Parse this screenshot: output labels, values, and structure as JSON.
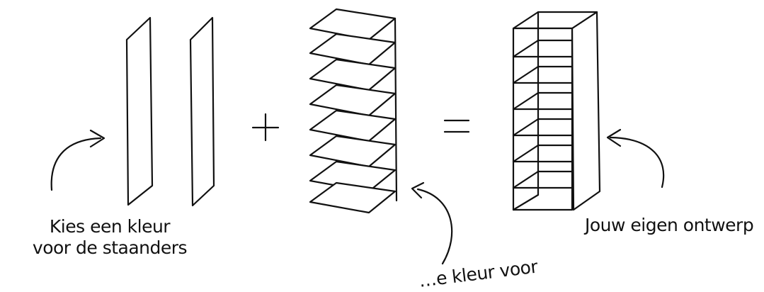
{
  "labels": {
    "staanders": "Kies een kleur voor de staanders",
    "planken": "…e kleur voor",
    "ontwerp": "Jouw eigen ontwerp"
  },
  "operators": {
    "plus": "+",
    "equals": "="
  },
  "figure": {
    "panels": 2,
    "shelves": 8,
    "cabinet_compartments": 7
  },
  "colors": {
    "ink": "#111111",
    "background": "#ffffff"
  }
}
